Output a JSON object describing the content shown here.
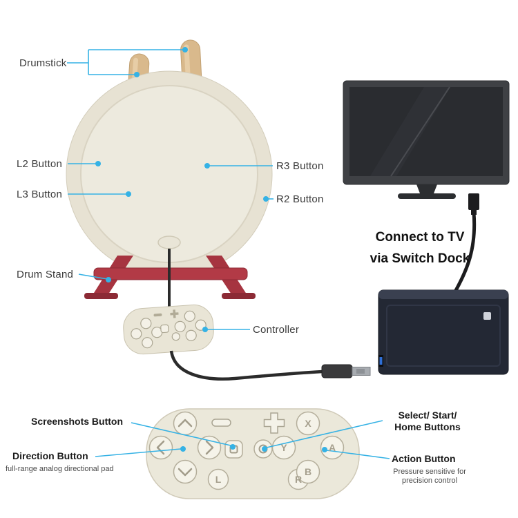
{
  "colors": {
    "leader_line": "#35b2e5",
    "drum_body": "#edeade",
    "drum_stand_red": "#a63440",
    "controller_cream": "#ebe8da"
  },
  "callouts": {
    "drumstick": "Drumstick",
    "l2": "L2 Button",
    "l3": "L3 Button",
    "r3": "R3 Button",
    "r2": "R2 Button",
    "drum_stand": "Drum Stand",
    "controller": "Controller"
  },
  "tv_note": {
    "line1": "Connect to TV",
    "line2": "via Switch Dock"
  },
  "bottom_callouts": {
    "screenshots": "Screenshots Button",
    "select_home_line1": "Select/ Start/",
    "select_home_line2": "Home Buttons",
    "direction": "Direction Button",
    "direction_sub": "full-range analog directional pad",
    "action": "Action Button",
    "action_sub_line1": "Pressure sensitive for",
    "action_sub_line2": "precision control"
  },
  "gamepad_buttons": {
    "l": "L",
    "r": "R",
    "x": "X",
    "y": "Y",
    "a": "A",
    "b": "B"
  },
  "icons": {
    "minus_button": "minus-bar",
    "plus_button": "plus-cross",
    "screenshot_button": "square-outline",
    "home_button": "circle-outline",
    "dpad_up": "chevron-up",
    "dpad_left": "chevron-left",
    "dpad_right": "chevron-right",
    "dpad_down": "chevron-down"
  }
}
